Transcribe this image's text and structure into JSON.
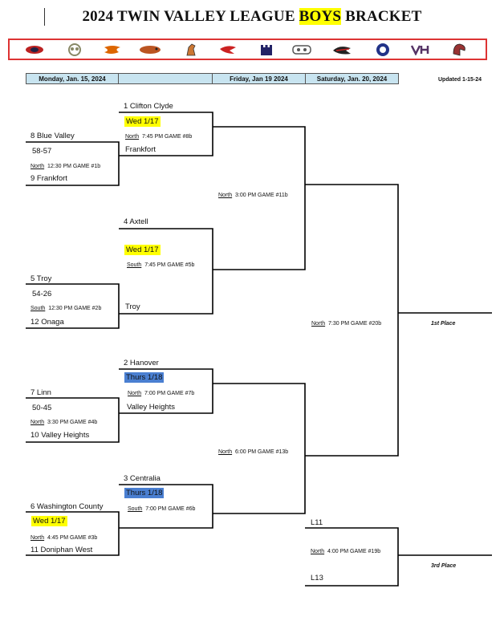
{
  "title": {
    "pre": "2024 TWIN VALLEY LEAGUE ",
    "highlight": "BOYS",
    "post": " BRACKET"
  },
  "updated": "Updated 1-15-24",
  "headers": [
    "Monday, Jan. 15, 2024",
    "",
    "Friday, Jan 19 2024",
    "Saturday, Jan. 20, 2024"
  ],
  "logos": [
    {
      "name": "wildcats-logo",
      "color": "#b22"
    },
    {
      "name": "owl-logo",
      "color": "#886"
    },
    {
      "name": "tiger-logo",
      "color": "#d60"
    },
    {
      "name": "panther-logo",
      "color": "#b52"
    },
    {
      "name": "mustang-logo",
      "color": "#c73"
    },
    {
      "name": "hawk-logo",
      "color": "#c22"
    },
    {
      "name": "castle-logo",
      "color": "#226"
    },
    {
      "name": "dog-logo",
      "color": "#555"
    },
    {
      "name": "bulldog-logo",
      "color": "#c22"
    },
    {
      "name": "trojan-logo",
      "color": "#238"
    },
    {
      "name": "vh-logo",
      "color": "#536"
    },
    {
      "name": "spartan-logo",
      "color": "#933"
    }
  ],
  "round1": [
    {
      "top": "8 Blue Valley",
      "score": "58-57",
      "loc": "North",
      "time": "12:30 PM  GAME #1b",
      "bottom": "9 Frankfort"
    },
    {
      "top": "5 Troy",
      "score": "54-26",
      "loc": "South",
      "time": "12:30 PM  GAME #2b",
      "bottom": "12 Onaga"
    },
    {
      "top": "7 Linn",
      "score": "50-45",
      "loc": "North",
      "time": "3:30 PM  GAME #4b",
      "bottom": "10 Valley Heights"
    },
    {
      "top": "6 Washington County",
      "date": "Wed 1/17",
      "loc": "North",
      "time": "4:45 PM  GAME #3b",
      "bottom": "11 Doniphan West"
    }
  ],
  "round2": [
    {
      "top": "1 Clifton Clyde",
      "date": "Wed 1/17",
      "loc": "North",
      "time": "7:45 PM  GAME #8b",
      "bottom": "Frankfort"
    },
    {
      "top": "4 Axtell",
      "date": "Wed 1/17",
      "loc": "South",
      "time": "7:45 PM  GAME #5b",
      "bottom": "Troy"
    },
    {
      "top": "2 Hanover",
      "date": "Thurs 1/18",
      "loc": "North",
      "time": "7:00 PM  GAME #7b",
      "bottom": "Valley Heights"
    },
    {
      "top": "3 Centralia",
      "date": "Thurs 1/18",
      "loc": "South",
      "time": "7:00 PM  GAME #6b",
      "bottom": ""
    }
  ],
  "semis": [
    {
      "loc": "North",
      "time": "3:00 PM  GAME #11b"
    },
    {
      "loc": "North",
      "time": "6:00 PM  GAME #13b"
    }
  ],
  "final": {
    "loc": "North",
    "time": "7:30 PM  GAME #20b",
    "place": "1st  Place"
  },
  "third": {
    "top": "L11",
    "loc": "North",
    "time": "4:00 PM  GAME #19b",
    "bottom": "L13",
    "place": "3rd Place"
  }
}
